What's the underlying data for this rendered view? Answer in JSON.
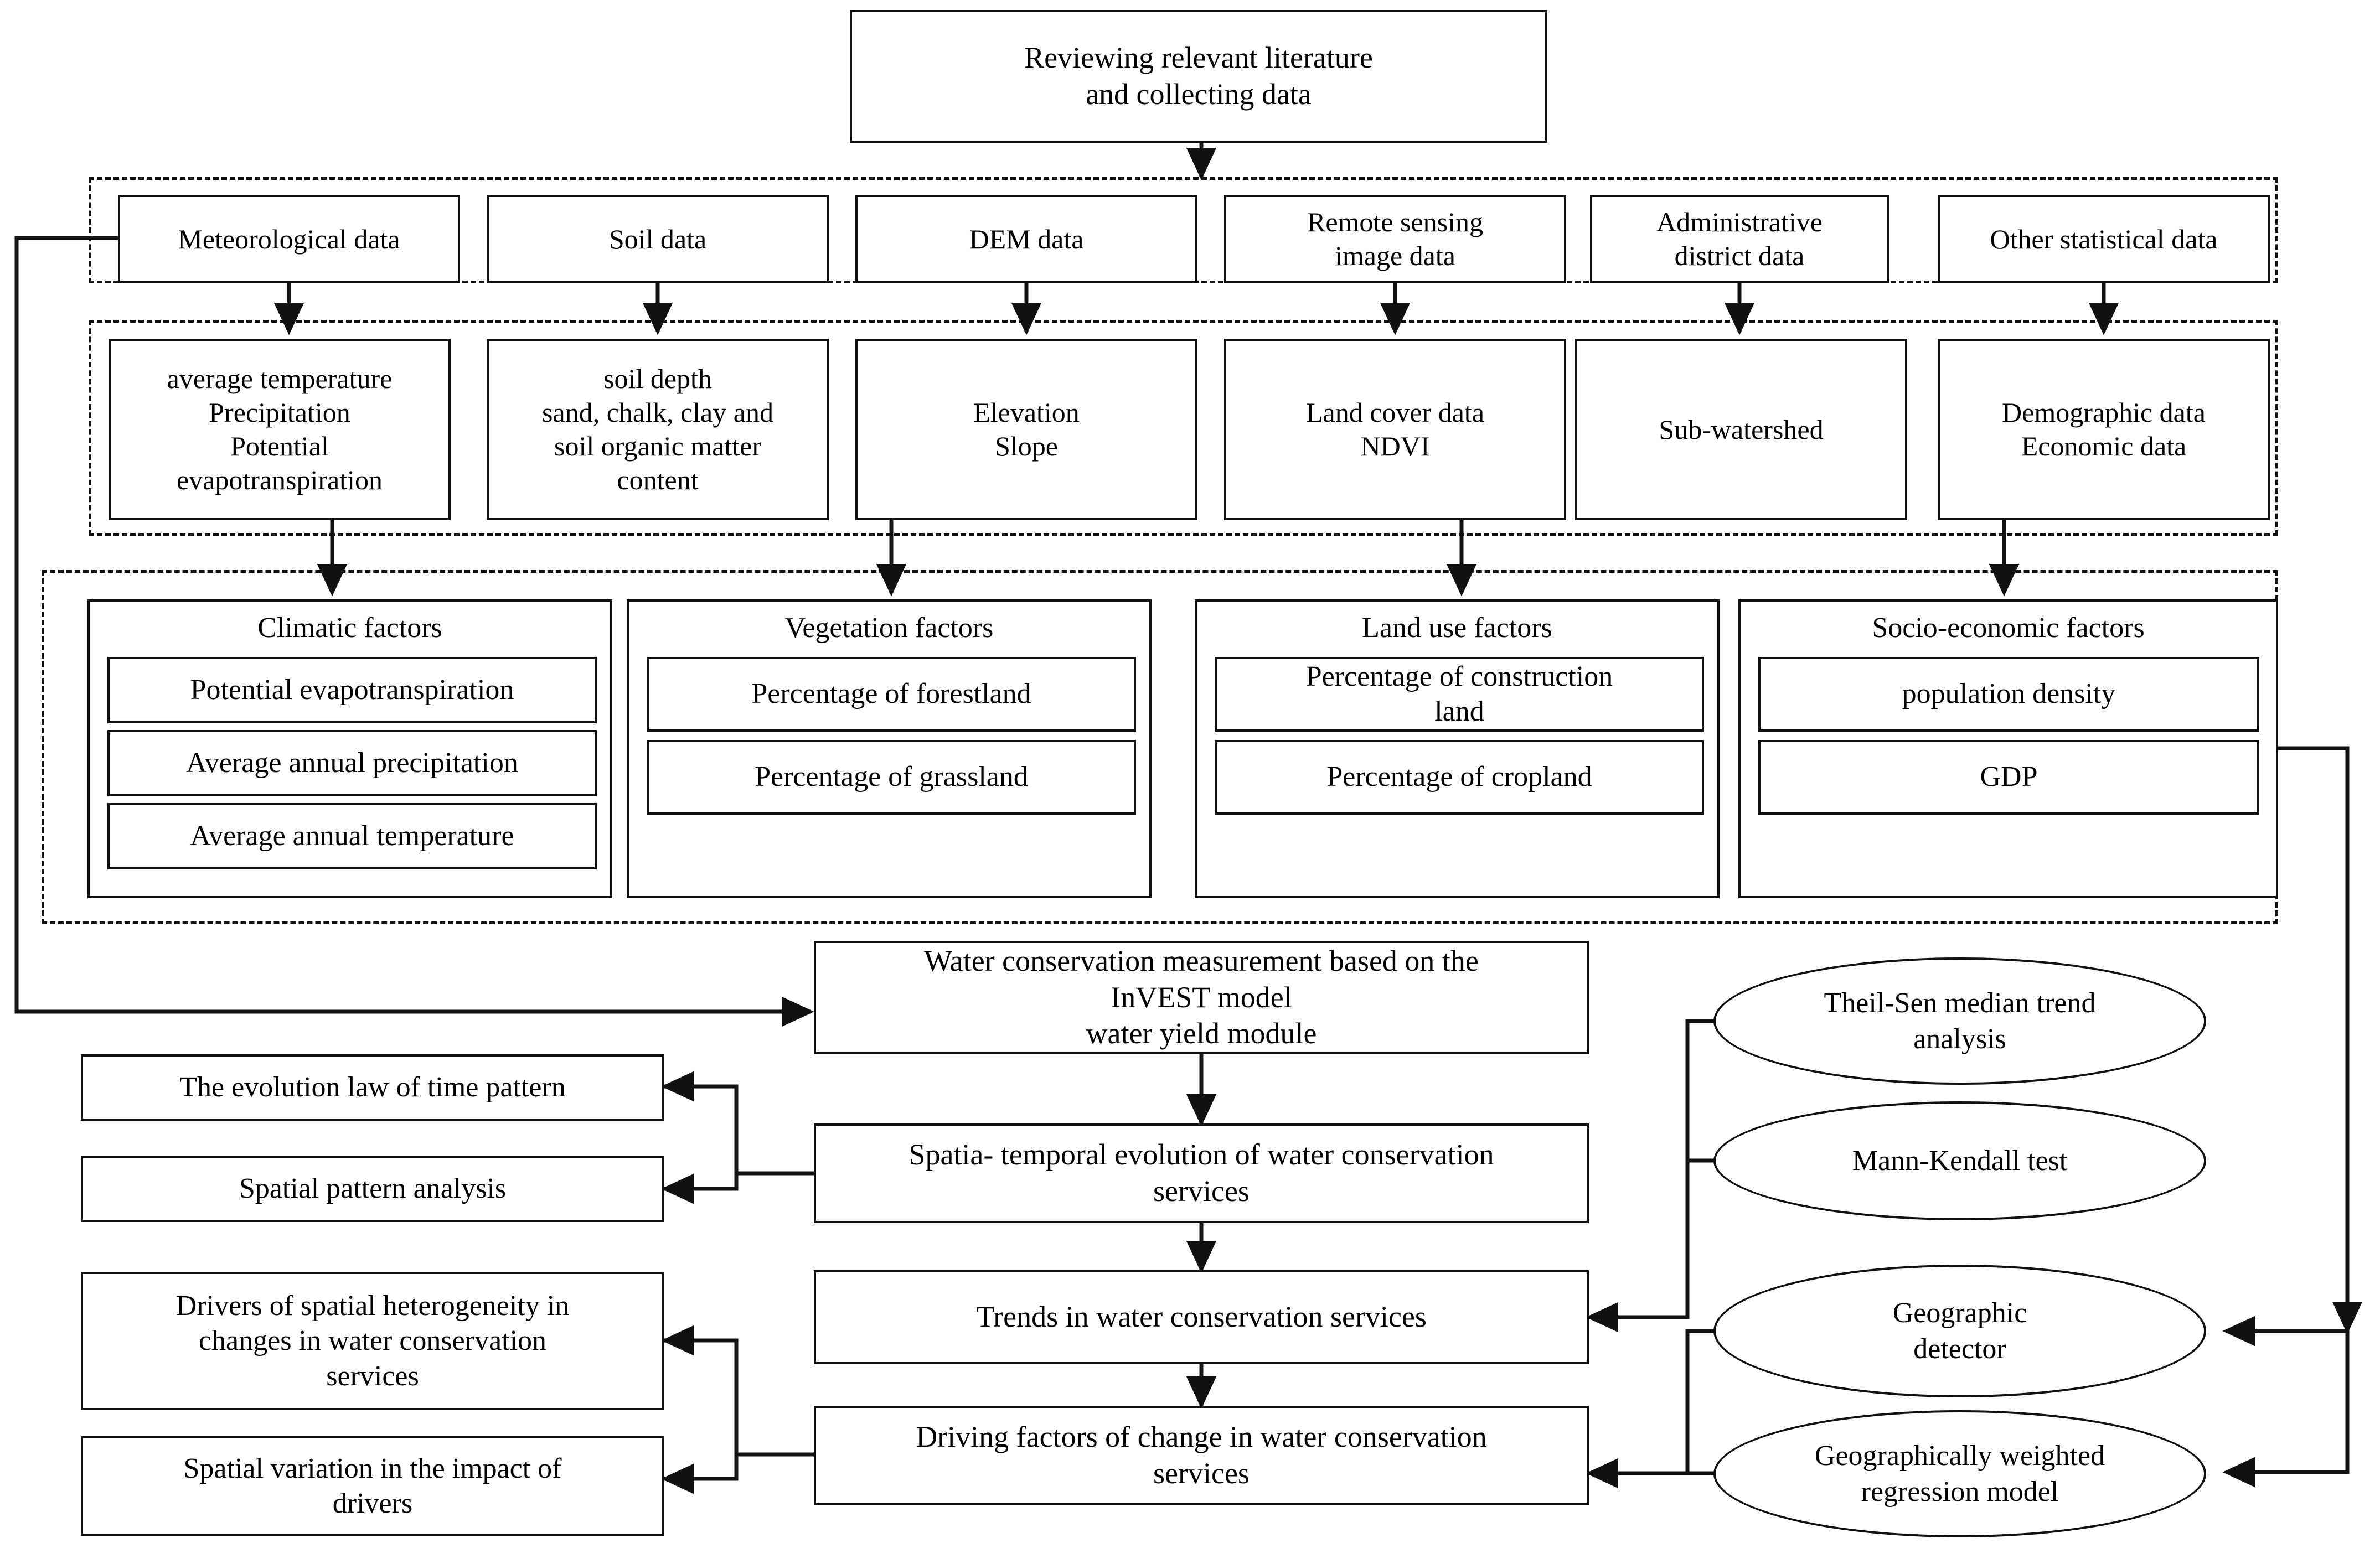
{
  "diagram": {
    "title_node": "Reviewing relevant literature\nand collecting data",
    "data_sources": [
      {
        "label": "Meteorological data"
      },
      {
        "label": "Soil  data"
      },
      {
        "label": "DEM data"
      },
      {
        "label": "Remote sensing\nimage data"
      },
      {
        "label": "Administrative\ndistrict data"
      },
      {
        "label": "Other statistical data"
      }
    ],
    "data_variables": [
      {
        "label": "average temperature\nPrecipitation\nPotential\nevapotranspiration"
      },
      {
        "label": "soil depth\nsand, chalk, clay and\nsoil organic matter\ncontent"
      },
      {
        "label": "Elevation\nSlope"
      },
      {
        "label": "Land cover data\nNDVI"
      },
      {
        "label": "Sub-watershed"
      },
      {
        "label": "Demographic data\nEconomic data"
      }
    ],
    "factor_groups": [
      {
        "title": "Climatic factors",
        "items": [
          "Potential evapotranspiration",
          "Average annual precipitation",
          "Average annual temperature"
        ]
      },
      {
        "title": "Vegetation factors",
        "items": [
          "Percentage of forestland",
          "Percentage of grassland"
        ]
      },
      {
        "title": "Land use factors",
        "items": [
          "Percentage of construction\nland",
          "Percentage of cropland"
        ]
      },
      {
        "title": "Socio-economic factors",
        "items": [
          "population density",
          "GDP"
        ]
      }
    ],
    "process_nodes": {
      "invest": "Water conservation measurement based on the\nInVEST model\nwater yield module",
      "spatiotemporal": "Spatia- temporal evolution of water conservation\nservices",
      "trends": "Trends in water conservation services",
      "drivers": "Driving factors of change in water conservation\nservices"
    },
    "result_nodes": [
      {
        "label": "The evolution law of time pattern"
      },
      {
        "label": "Spatial pattern analysis"
      },
      {
        "label": "Drivers of spatial heterogeneity in\nchanges in water conservation\nservices"
      },
      {
        "label": "Spatial variation in the impact of\ndrivers"
      }
    ],
    "method_nodes": [
      {
        "label": "Theil-Sen median trend\nanalysis"
      },
      {
        "label": "Mann-Kendall test"
      },
      {
        "label": "Geographic\ndetector"
      },
      {
        "label": "Geographically weighted\nregression model"
      }
    ],
    "colors": {
      "stroke": "#111111",
      "background": "#ffffff"
    }
  }
}
